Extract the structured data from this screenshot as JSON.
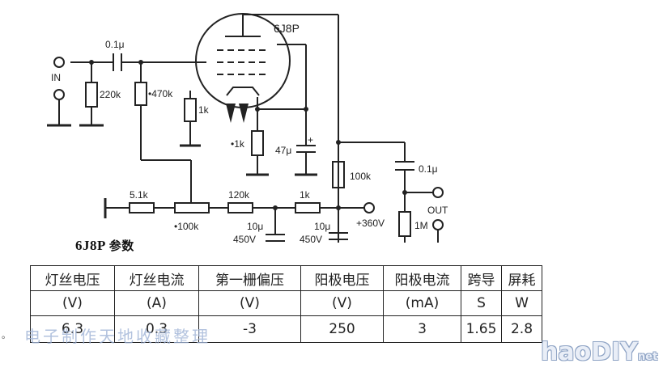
{
  "schematic": {
    "tube": "6J8P",
    "labels": {
      "c_in": "0.1μ",
      "in": "IN",
      "r_grid": "220k",
      "r_470k": "•470k",
      "r_1k_left": "1k",
      "r_1k_cath": "•1k",
      "c_47u": "47μ",
      "plus": "+",
      "r_100k_plate": "100k",
      "c_out": "0.1μ",
      "out": "OUT",
      "r_1m": "1M",
      "r_5k1": "5.1k",
      "pot_100k": "•100k",
      "r_120k": "120k",
      "r_1k_mid": "1k",
      "c1_val": "10μ",
      "c1_v": "450V",
      "c2_val": "10μ",
      "c2_v": "450V",
      "b_plus": "+360V"
    }
  },
  "params": {
    "title": "6J8P",
    "title_suffix": "参数",
    "headers": [
      "灯丝电压",
      "灯丝电流",
      "第一栅偏压",
      "阳极电压",
      "阳极电流",
      "跨导",
      "屏耗"
    ],
    "units": [
      "(V)",
      "(A)",
      "(V)",
      "(V)",
      "(mA)",
      "S",
      "W"
    ],
    "values": [
      "6.3",
      "0.3",
      "-3",
      "250",
      "3",
      "1.65",
      "2.8"
    ]
  },
  "watermark": "电子制作天地收藏整理",
  "logo": "haoDIY",
  "logo_suffix": "net",
  "corner_mark": "。"
}
